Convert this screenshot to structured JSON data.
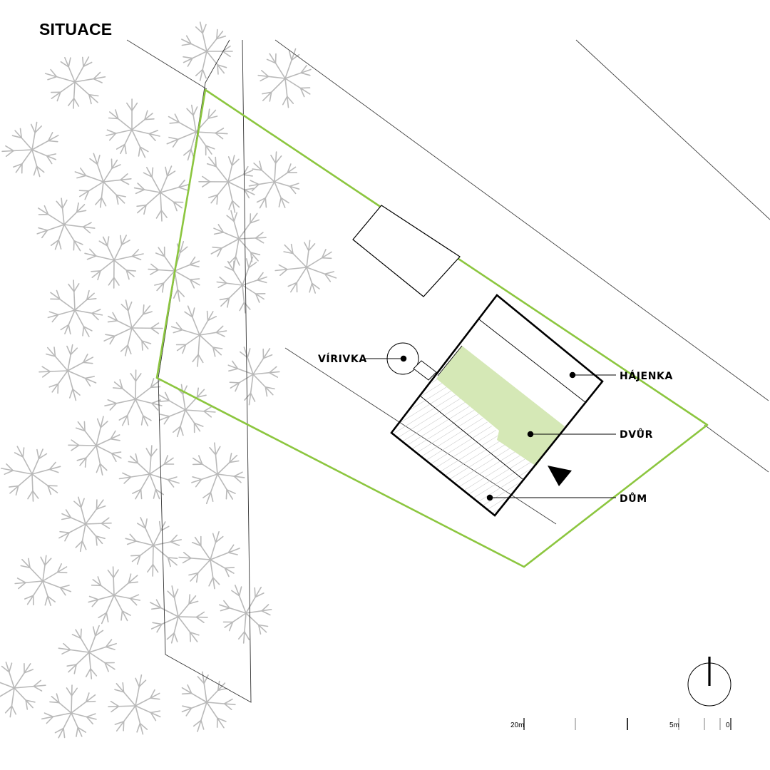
{
  "title": "SITUACE",
  "labels": {
    "virivka": "VÍRIVKA",
    "hajenka": "HÁJENKA",
    "dvur": "DVŮR",
    "dum": "DŮM"
  },
  "scale_bar": {
    "left_label": "20m",
    "mid_label": "5m",
    "right_label": "0"
  },
  "colors": {
    "plot_boundary": "#8cc63f",
    "courtyard_fill": "#d5e8b6",
    "tree": "#b9b9b9",
    "line": "#000000"
  },
  "icons": {
    "north_arrow": "north-arrow-icon",
    "entrance_marker": "entrance-triangle-icon",
    "tree": "tree-symbol-icon"
  }
}
